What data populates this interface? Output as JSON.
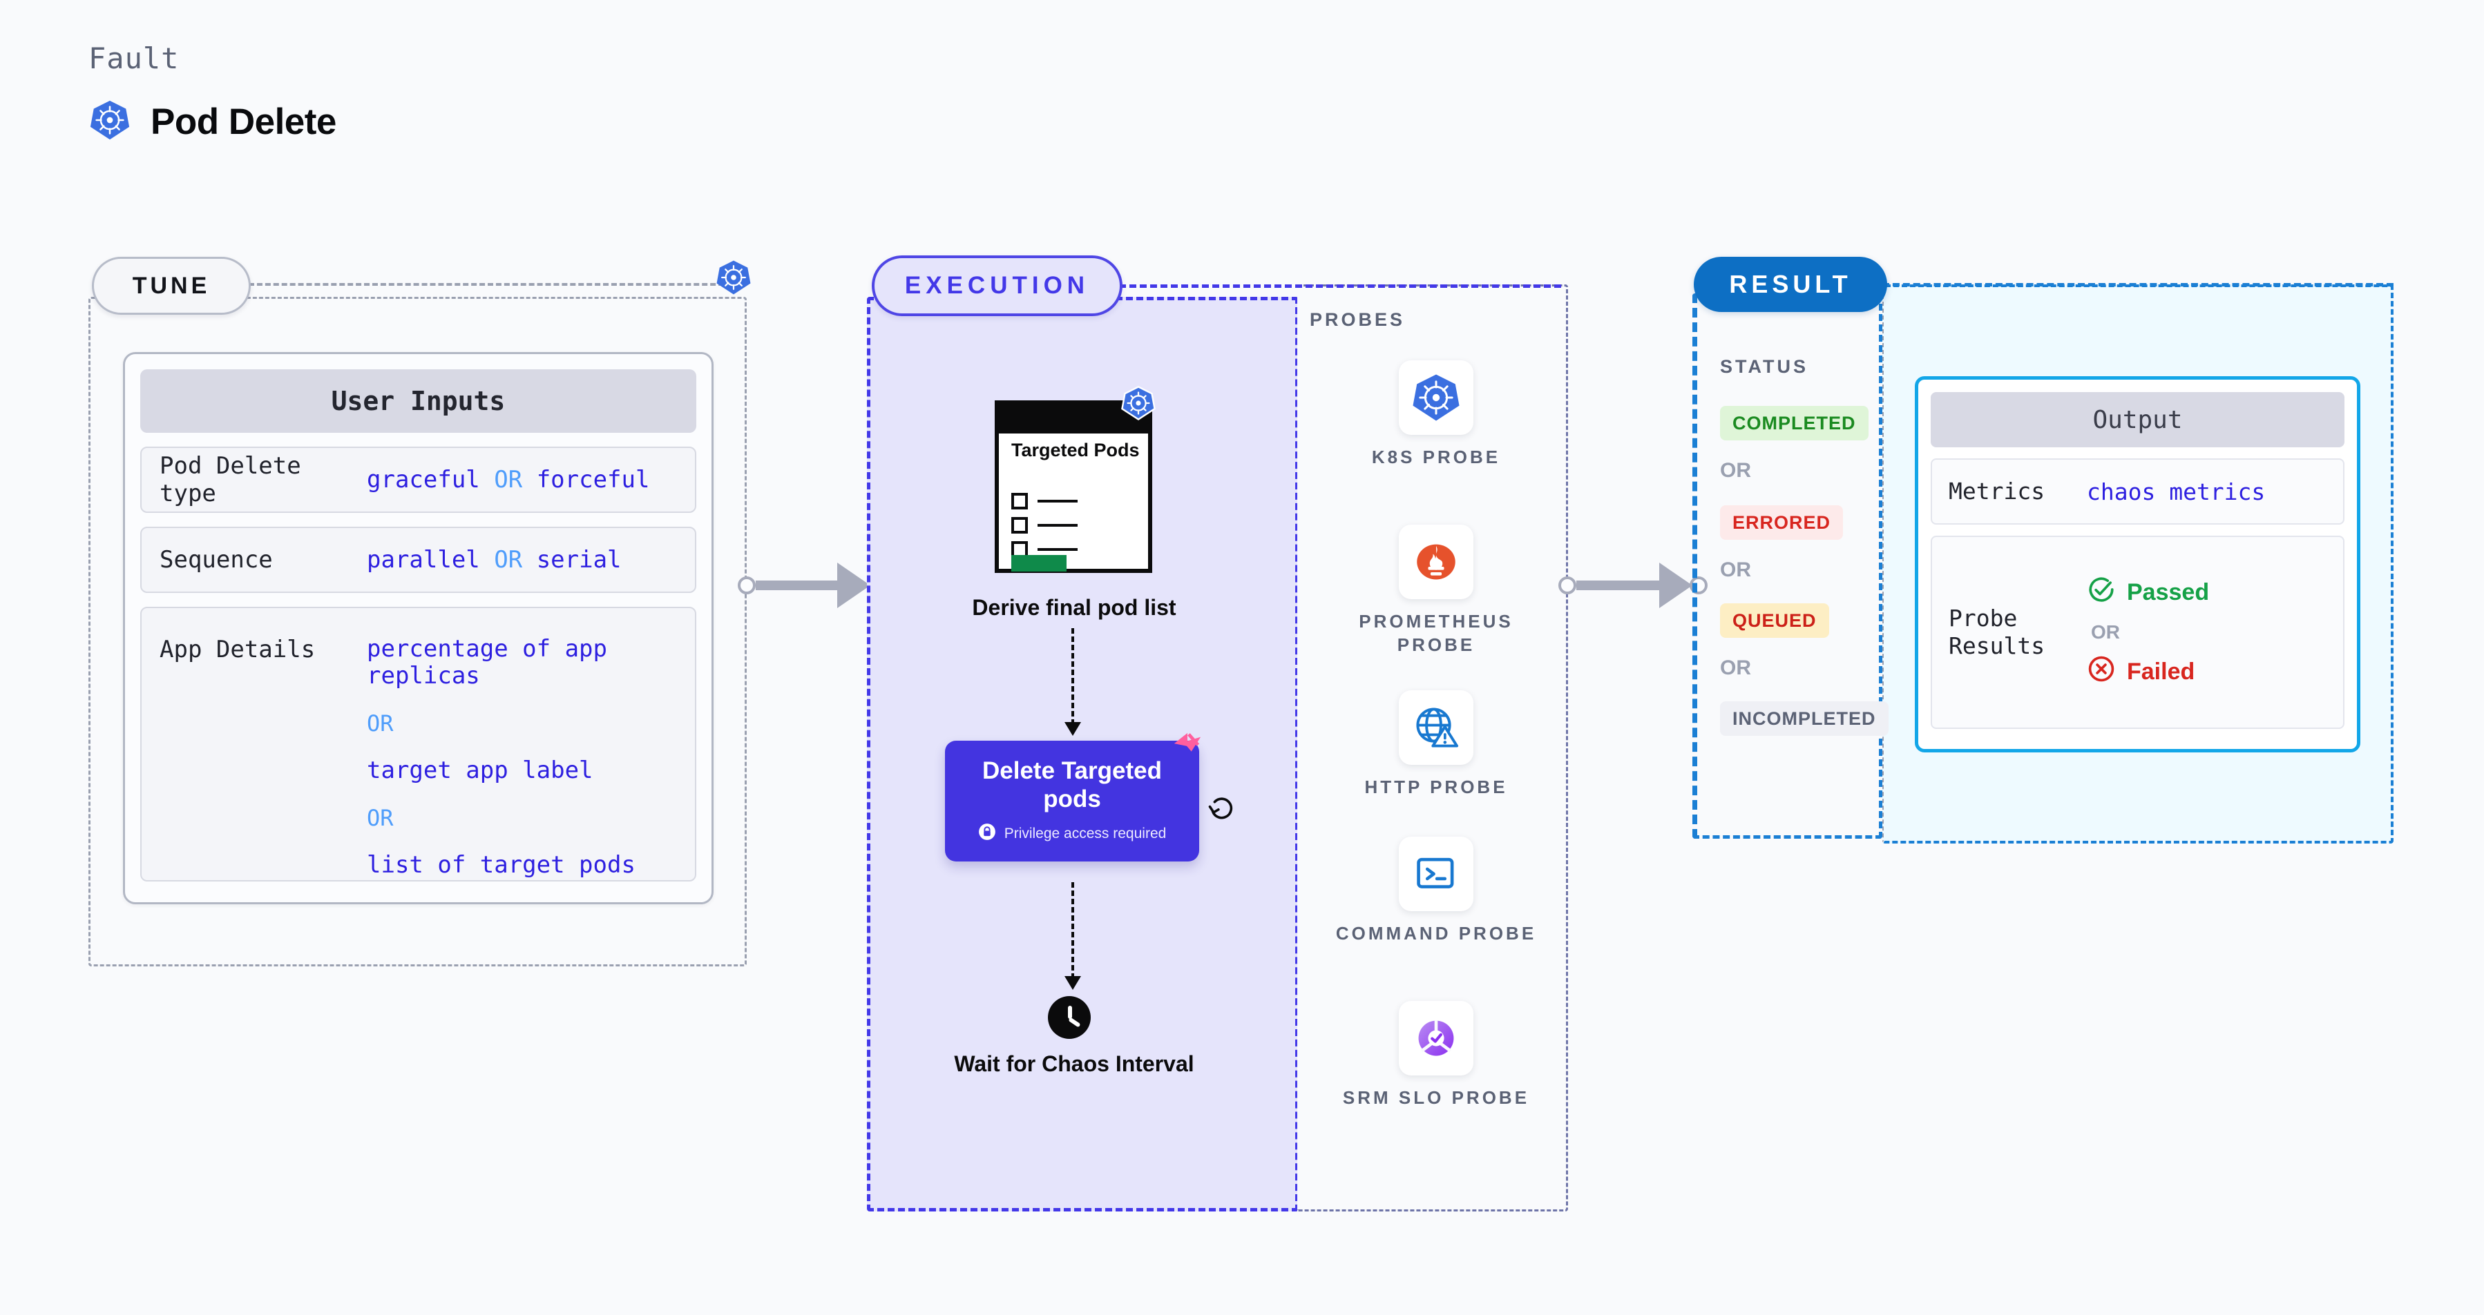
{
  "header": {
    "kicker": "Fault",
    "title": "Pod Delete",
    "logo_icon": "kubernetes-icon"
  },
  "colors": {
    "tune_border": "#9aa0b0",
    "execution_accent": "#4338e8",
    "execution_fill": "#e5e4fb",
    "result_accent": "#1b7fd4",
    "output_border": "#12a6e8",
    "value_text": "#2d1fe0",
    "or_text": "#4f9dfb",
    "node_purple": "#4334e0",
    "chaos_pink": "#ff5f9e",
    "passed_green": "#15a147",
    "failed_red": "#d8261f"
  },
  "tune": {
    "badge": "TUNE",
    "k8s_icon": "kubernetes-icon",
    "card": {
      "heading": "User Inputs",
      "rows": [
        {
          "key": "Pod Delete type",
          "values": [
            "graceful",
            "forceful"
          ],
          "separator": "OR"
        },
        {
          "key": "Sequence",
          "values": [
            "parallel",
            "serial"
          ],
          "separator": "OR"
        },
        {
          "key": "App Details",
          "options": [
            "percentage of app replicas",
            "target app label",
            "list of target pods"
          ],
          "separator": "OR"
        }
      ]
    }
  },
  "execution": {
    "badge": "EXECUTION",
    "steps": [
      {
        "id": "derive",
        "doc_title": "Targeted Pods",
        "caption": "Derive final pod list",
        "icon": "kubernetes-icon"
      },
      {
        "id": "delete",
        "title": "Delete Targeted pods",
        "note": "Privilege access required",
        "note_icon": "lock-icon",
        "corner_icon": "chaos-logo-icon",
        "retry_icon": "refresh-icon"
      },
      {
        "id": "wait",
        "icon": "clock-icon",
        "caption": "Wait for Chaos Interval"
      }
    ]
  },
  "probes": {
    "title": "PROBES",
    "items": [
      {
        "label": "K8S PROBE",
        "icon": "kubernetes-icon"
      },
      {
        "label": "PROMETHEUS PROBE",
        "icon": "prometheus-icon"
      },
      {
        "label": "HTTP PROBE",
        "icon": "globe-warning-icon"
      },
      {
        "label": "COMMAND PROBE",
        "icon": "terminal-icon"
      },
      {
        "label": "SRM SLO PROBE",
        "icon": "slo-gauge-icon"
      }
    ]
  },
  "result": {
    "badge": "RESULT",
    "status_title": "STATUS",
    "separator": "OR",
    "statuses": [
      {
        "label": "COMPLETED",
        "bg": "#dff5d8",
        "fg": "#1a8a20"
      },
      {
        "label": "ERRORED",
        "bg": "#fdeaea",
        "fg": "#d8261f"
      },
      {
        "label": "QUEUED",
        "bg": "#fdeec4",
        "fg": "#cc2018"
      },
      {
        "label": "INCOMPLETED",
        "bg": "#eff0f5",
        "fg": "#5b6275"
      }
    ]
  },
  "output": {
    "heading": "Output",
    "metrics": {
      "key": "Metrics",
      "value": "chaos metrics"
    },
    "probe_results": {
      "key": "Probe Results",
      "separator": "OR",
      "passed": {
        "label": "Passed",
        "icon": "check-circle-icon"
      },
      "failed": {
        "label": "Failed",
        "icon": "x-circle-icon"
      }
    }
  }
}
